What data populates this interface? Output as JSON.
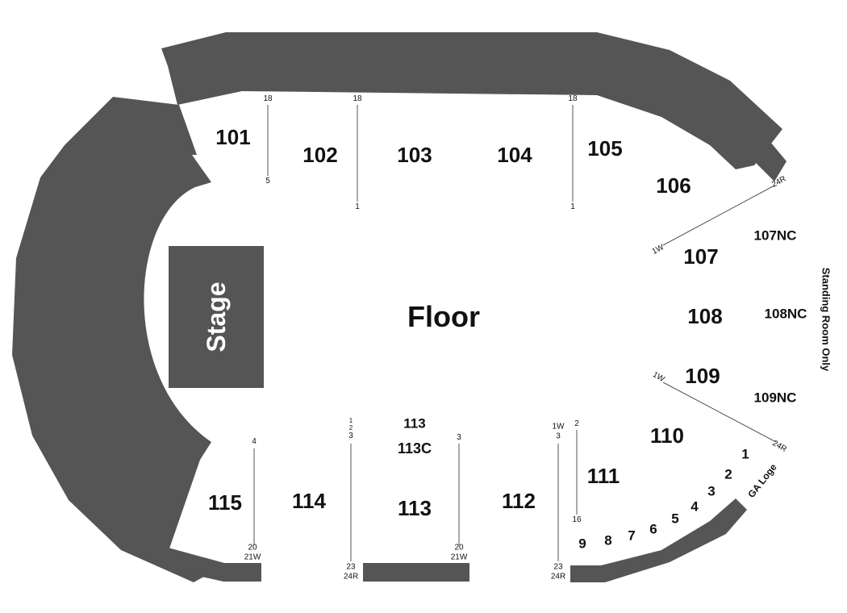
{
  "colors": {
    "structure": "#555555",
    "background": "#ffffff",
    "text": "#111111",
    "stage_text": "#ffffff"
  },
  "stage": {
    "label": "Stage"
  },
  "floor": {
    "label": "Floor"
  },
  "standing_room": {
    "label": "Standing Room Only"
  },
  "ga_loge": {
    "label": "GA Loge"
  },
  "sections": {
    "s101": "101",
    "s102": "102",
    "s103": "103",
    "s104": "104",
    "s105": "105",
    "s106": "106",
    "s107": "107",
    "s108": "108",
    "s109": "109",
    "s110": "110",
    "s111": "111",
    "s112": "112",
    "s113": "113",
    "s113c": "113C",
    "s113_top": "113",
    "s114": "114",
    "s115": "115",
    "s107nc": "107NC",
    "s108nc": "108NC",
    "s109nc": "109NC"
  },
  "loge_boxes": [
    "1",
    "2",
    "3",
    "4",
    "5",
    "6",
    "7",
    "8",
    "9"
  ],
  "row_markers": {
    "r101_top": "18",
    "r101_bot": "5",
    "r103_top": "18",
    "r103_bot": "1",
    "r105_top": "18",
    "r105_bot": "1",
    "r106_end": "24R",
    "r107_start": "1W",
    "r109_start": "1W",
    "r110_end": "24R",
    "r115_top": "4",
    "r115_bot_a": "20",
    "r115_bot_b": "21W",
    "r114_top_a": "1",
    "r114_top_b": "2",
    "r114_top_c": "3",
    "r114_bot_a": "23",
    "r114_bot_b": "24R",
    "r113_top": "3",
    "r113_bot_a": "20",
    "r113_bot_b": "21W",
    "r112_top_a": "1W",
    "r112_top_b": "3",
    "r112_bot_a": "23",
    "r112_bot_b": "24R",
    "r111_top": "2",
    "r111_bot": "16"
  }
}
